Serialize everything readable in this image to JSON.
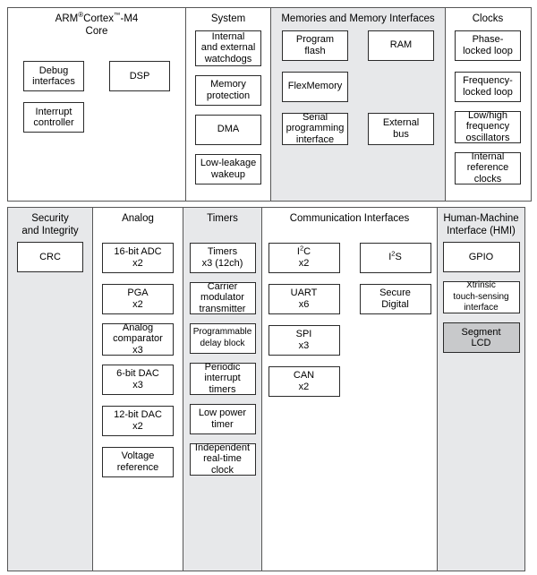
{
  "diagram": {
    "title": "Kinetis K-series MCU block diagram",
    "colors": {
      "panel_gray": "#e7e8ea",
      "panel_white": "#ffffff",
      "block_shaded": "#c8c9cb",
      "border": "#565656",
      "block_border": "#2b2b2b"
    },
    "rows": [
      {
        "name": "top-row",
        "panels": [
          {
            "id": "arm-core",
            "title_line1": "ARM",
            "title_sup1": "®",
            "title_mid": " Cortex",
            "title_sup2": "™",
            "title_line1_tail": "-M4",
            "title_line2": "Core",
            "title_plain": "ARM® Cortex™-M4\nCore",
            "fill": "white",
            "columns": [
              {
                "blocks": [
                  "Debug\ninterfaces",
                  "Interrupt\ncontroller"
                ]
              },
              {
                "blocks": [
                  "DSP"
                ]
              }
            ]
          },
          {
            "id": "system",
            "title_plain": "System",
            "fill": "white",
            "columns": [
              {
                "blocks": [
                  "Internal\nand external\nwatchdogs",
                  "Memory\nprotection",
                  "DMA",
                  "Low-leakage\nwakeup"
                ]
              }
            ]
          },
          {
            "id": "memories",
            "title_plain": "Memories and Memory Interfaces",
            "fill": "gray",
            "columns": [
              {
                "blocks": [
                  "Program\nflash",
                  "FlexMemory",
                  "Serial\nprogramming\ninterface"
                ]
              },
              {
                "blocks": [
                  "RAM",
                  "External\nbus"
                ]
              }
            ]
          },
          {
            "id": "clocks",
            "title_plain": "Clocks",
            "fill": "white",
            "columns": [
              {
                "blocks": [
                  "Phase-\nlocked loop",
                  "Frequency-\nlocked loop",
                  "Low/high\nfrequency\noscillators",
                  "Internal\nreference\nclocks"
                ]
              }
            ]
          }
        ]
      },
      {
        "name": "bottom-row",
        "panels": [
          {
            "id": "security-integrity",
            "title_plain": "Security\nand Integrity",
            "fill": "gray",
            "columns": [
              {
                "blocks": [
                  "CRC"
                ]
              }
            ]
          },
          {
            "id": "analog",
            "title_plain": "Analog",
            "fill": "white",
            "columns": [
              {
                "blocks": [
                  "16-bit ADC\nx2",
                  "PGA\nx2",
                  "Analog\ncomparator\nx3",
                  "6-bit DAC\nx3",
                  "12-bit DAC\nx2",
                  "Voltage\nreference"
                ]
              }
            ]
          },
          {
            "id": "timers",
            "title_plain": "Timers",
            "fill": "gray",
            "columns": [
              {
                "blocks": [
                  "Timers\nx3 (12ch)",
                  "Carrier\nmodulator\ntransmitter",
                  "Programmable\ndelay block",
                  "Periodic\ninterrupt\ntimers",
                  "Low power\ntimer",
                  "Independent\nreal-time\nclock"
                ]
              }
            ]
          },
          {
            "id": "communication-interfaces",
            "title_plain": "Communication Interfaces",
            "fill": "white",
            "columns": [
              {
                "blocks": [
                  "I2C\nx2",
                  "UART\nx6",
                  "SPI\nx3",
                  "CAN\nx2"
                ]
              },
              {
                "blocks": [
                  "I2S",
                  "Secure\nDigital"
                ]
              }
            ]
          },
          {
            "id": "hmi",
            "title_plain": "Human-Machine\nInterface (HMI)",
            "fill": "gray",
            "columns": [
              {
                "blocks": [
                  "GPIO",
                  "Xtrinsic\ntouch-sensing\ninterface",
                  "Segment\nLCD"
                ]
              }
            ]
          }
        ]
      }
    ]
  },
  "labels": {
    "arm_core_title_l1_a": "ARM",
    "arm_core_title_l1_b": "Cortex",
    "arm_core_title_l1_c": "-M4",
    "arm_core_title_l2": "Core",
    "reg_mark": "®",
    "tm_mark": "™",
    "system_title": "System",
    "memories_title": "Memories and Memory Interfaces",
    "clocks_title": "Clocks",
    "security_title": "Security\nand Integrity",
    "analog_title": "Analog",
    "timers_title": "Timers",
    "comm_title": "Communication Interfaces",
    "hmi_title": "Human-Machine\nInterface (HMI)",
    "debug_interfaces": "Debug\ninterfaces",
    "interrupt_controller": "Interrupt\ncontroller",
    "dsp": "DSP",
    "watchdogs": "Internal\nand external\nwatchdogs",
    "memory_protection": "Memory\nprotection",
    "dma": "DMA",
    "low_leakage_wakeup": "Low-leakage\nwakeup",
    "program_flash": "Program\nflash",
    "flexmemory": "FlexMemory",
    "serial_programming_interface": "Serial\nprogramming\ninterface",
    "ram": "RAM",
    "external_bus": "External\nbus",
    "pll": "Phase-\nlocked loop",
    "fll": "Frequency-\nlocked loop",
    "oscillators": "Low/high\nfrequency\noscillators",
    "internal_reference_clocks": "Internal\nreference\nclocks",
    "crc": "CRC",
    "adc_16bit": "16-bit ADC\nx2",
    "pga": "PGA\nx2",
    "analog_comparator": "Analog\ncomparator\nx3",
    "dac_6bit": "6-bit DAC\nx3",
    "dac_12bit": "12-bit DAC\nx2",
    "voltage_reference": "Voltage\nreference",
    "timers_block": "Timers\nx3 (12ch)",
    "carrier_modulator_transmitter": "Carrier\nmodulator\ntransmitter",
    "programmable_delay_block": "Programmable\ndelay block",
    "periodic_interrupt_timers": "Periodic\ninterrupt\ntimers",
    "low_power_timer": "Low power\ntimer",
    "independent_rtc": "Independent\nreal-time\nclock",
    "i2c_line1_a": "I",
    "i2c_line1_sup": "2",
    "i2c_line1_b": "C",
    "i2c_line2": "x2",
    "uart": "UART\nx6",
    "spi": "SPI\nx3",
    "can": "CAN\nx2",
    "i2s_line_a": "I",
    "i2s_line_sup": "2",
    "i2s_line_b": "S",
    "secure_digital": "Secure\nDigital",
    "gpio": "GPIO",
    "xtrinsic_touch": "Xtrinsic\ntouch-sensing\ninterface",
    "segment_lcd": "Segment\nLCD"
  }
}
